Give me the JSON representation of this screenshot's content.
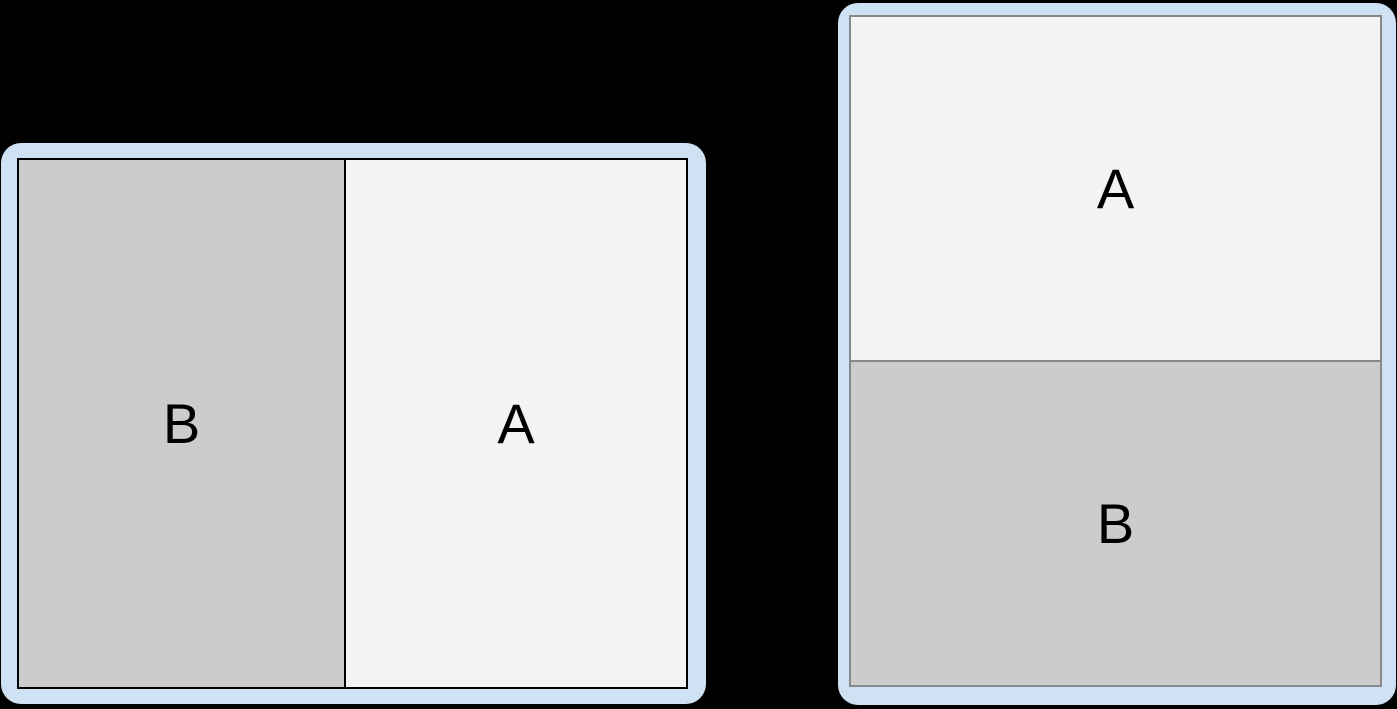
{
  "background": "#000000",
  "text_color": "#000000",
  "shapes": {
    "left": {
      "orientation": "horizontal-split",
      "container_fill": "#cfe2f3",
      "stroke": "#000000",
      "panels": [
        {
          "label": "B",
          "fill": "#cccccc",
          "position": "left"
        },
        {
          "label": "A",
          "fill": "#f3f3f3",
          "position": "right"
        }
      ]
    },
    "right": {
      "orientation": "vertical-split",
      "container_fill": "#cfe2f3",
      "stroke": "#888888",
      "panels": [
        {
          "label": "A",
          "fill": "#f3f3f3",
          "position": "top"
        },
        {
          "label": "B",
          "fill": "#cccccc",
          "position": "bottom"
        }
      ]
    }
  }
}
